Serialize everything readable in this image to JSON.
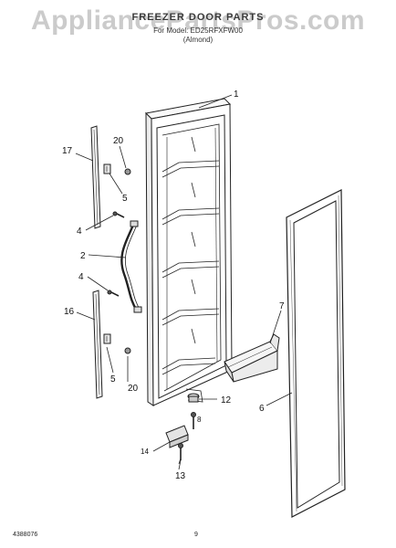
{
  "header": {
    "watermark": "AppliancePartsPros.com",
    "title": "FREEZER DOOR PARTS",
    "subtitle_line1": "For Model: ED25RFXFW00",
    "subtitle_line2": "(Almond)"
  },
  "callouts": {
    "c1": "1",
    "c17": "17",
    "c20a": "20",
    "c5a": "5",
    "c4a": "4",
    "c2": "2",
    "c4b": "4",
    "c16": "16",
    "c7": "7",
    "c5b": "5",
    "c20b": "20",
    "c12": "12",
    "c6": "6",
    "c14": "14",
    "c8": "8",
    "c13": "13"
  },
  "footer": {
    "doc_number": "4388076",
    "page_number": "9"
  }
}
